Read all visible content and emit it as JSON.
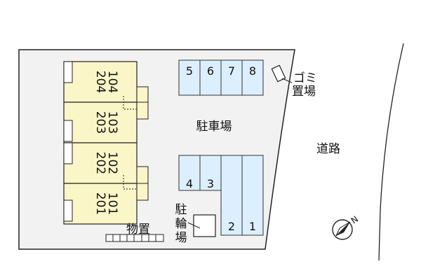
{
  "units": [
    {
      "upper": "204",
      "lower": "104"
    },
    {
      "upper": "203",
      "lower": "103"
    },
    {
      "upper": "202",
      "lower": "102"
    },
    {
      "upper": "201",
      "lower": "101"
    }
  ],
  "parking_top": [
    "5",
    "6",
    "7",
    "8"
  ],
  "parking_bottom": [
    "4",
    "3",
    "2",
    "1"
  ],
  "labels": {
    "parking_lot": "駐車場",
    "road": "道路",
    "garbage_line1": "ゴミ",
    "garbage_line2": "置場",
    "bicycle_1": "駐",
    "bicycle_2": "輪",
    "bicycle_3": "場",
    "storage": "物置"
  },
  "colors": {
    "building": "#fbf6c8",
    "parking": "#dcefff",
    "lot": "#f2f2f2",
    "line": "#222222"
  },
  "icons": {
    "compass": "north-compass-icon"
  }
}
